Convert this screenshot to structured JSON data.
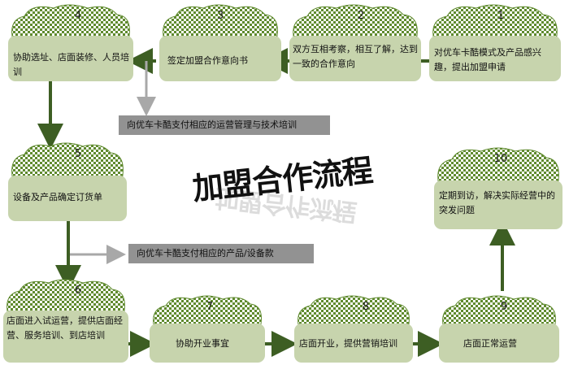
{
  "title": "加盟合作流程",
  "steps": [
    {
      "num": "1",
      "text": "对优车卡酷模式及产品感兴趣，提出加盟申请"
    },
    {
      "num": "2",
      "text": "双方互相考察，相互了解，达到一致的合作意向"
    },
    {
      "num": "3",
      "text": "签定加盟合作意向书"
    },
    {
      "num": "4",
      "text": "协助选址、店面装修、人员培训"
    },
    {
      "num": "5",
      "text": "设备及产品确定订货单"
    },
    {
      "num": "6",
      "text": "店面进入试运营，提供店面经营、服务培训、到店培训"
    },
    {
      "num": "7",
      "text": "协助开业事宜"
    },
    {
      "num": "8",
      "text": "店面开业，提供营销培训"
    },
    {
      "num": "9",
      "text": "店面正常运营"
    },
    {
      "num": "10",
      "text": "定期到访，解决实际经营中的突发问题"
    }
  ],
  "notes": [
    {
      "text": "向优车卡酷支付相应的运营管理与技术培训"
    },
    {
      "text": "向优车卡酷支付相应的产品/设备款"
    }
  ],
  "colors": {
    "cloud": "#5f8a2e",
    "body": "#c7d4ad",
    "arrow": "#3d5e23",
    "note": "#929292"
  }
}
